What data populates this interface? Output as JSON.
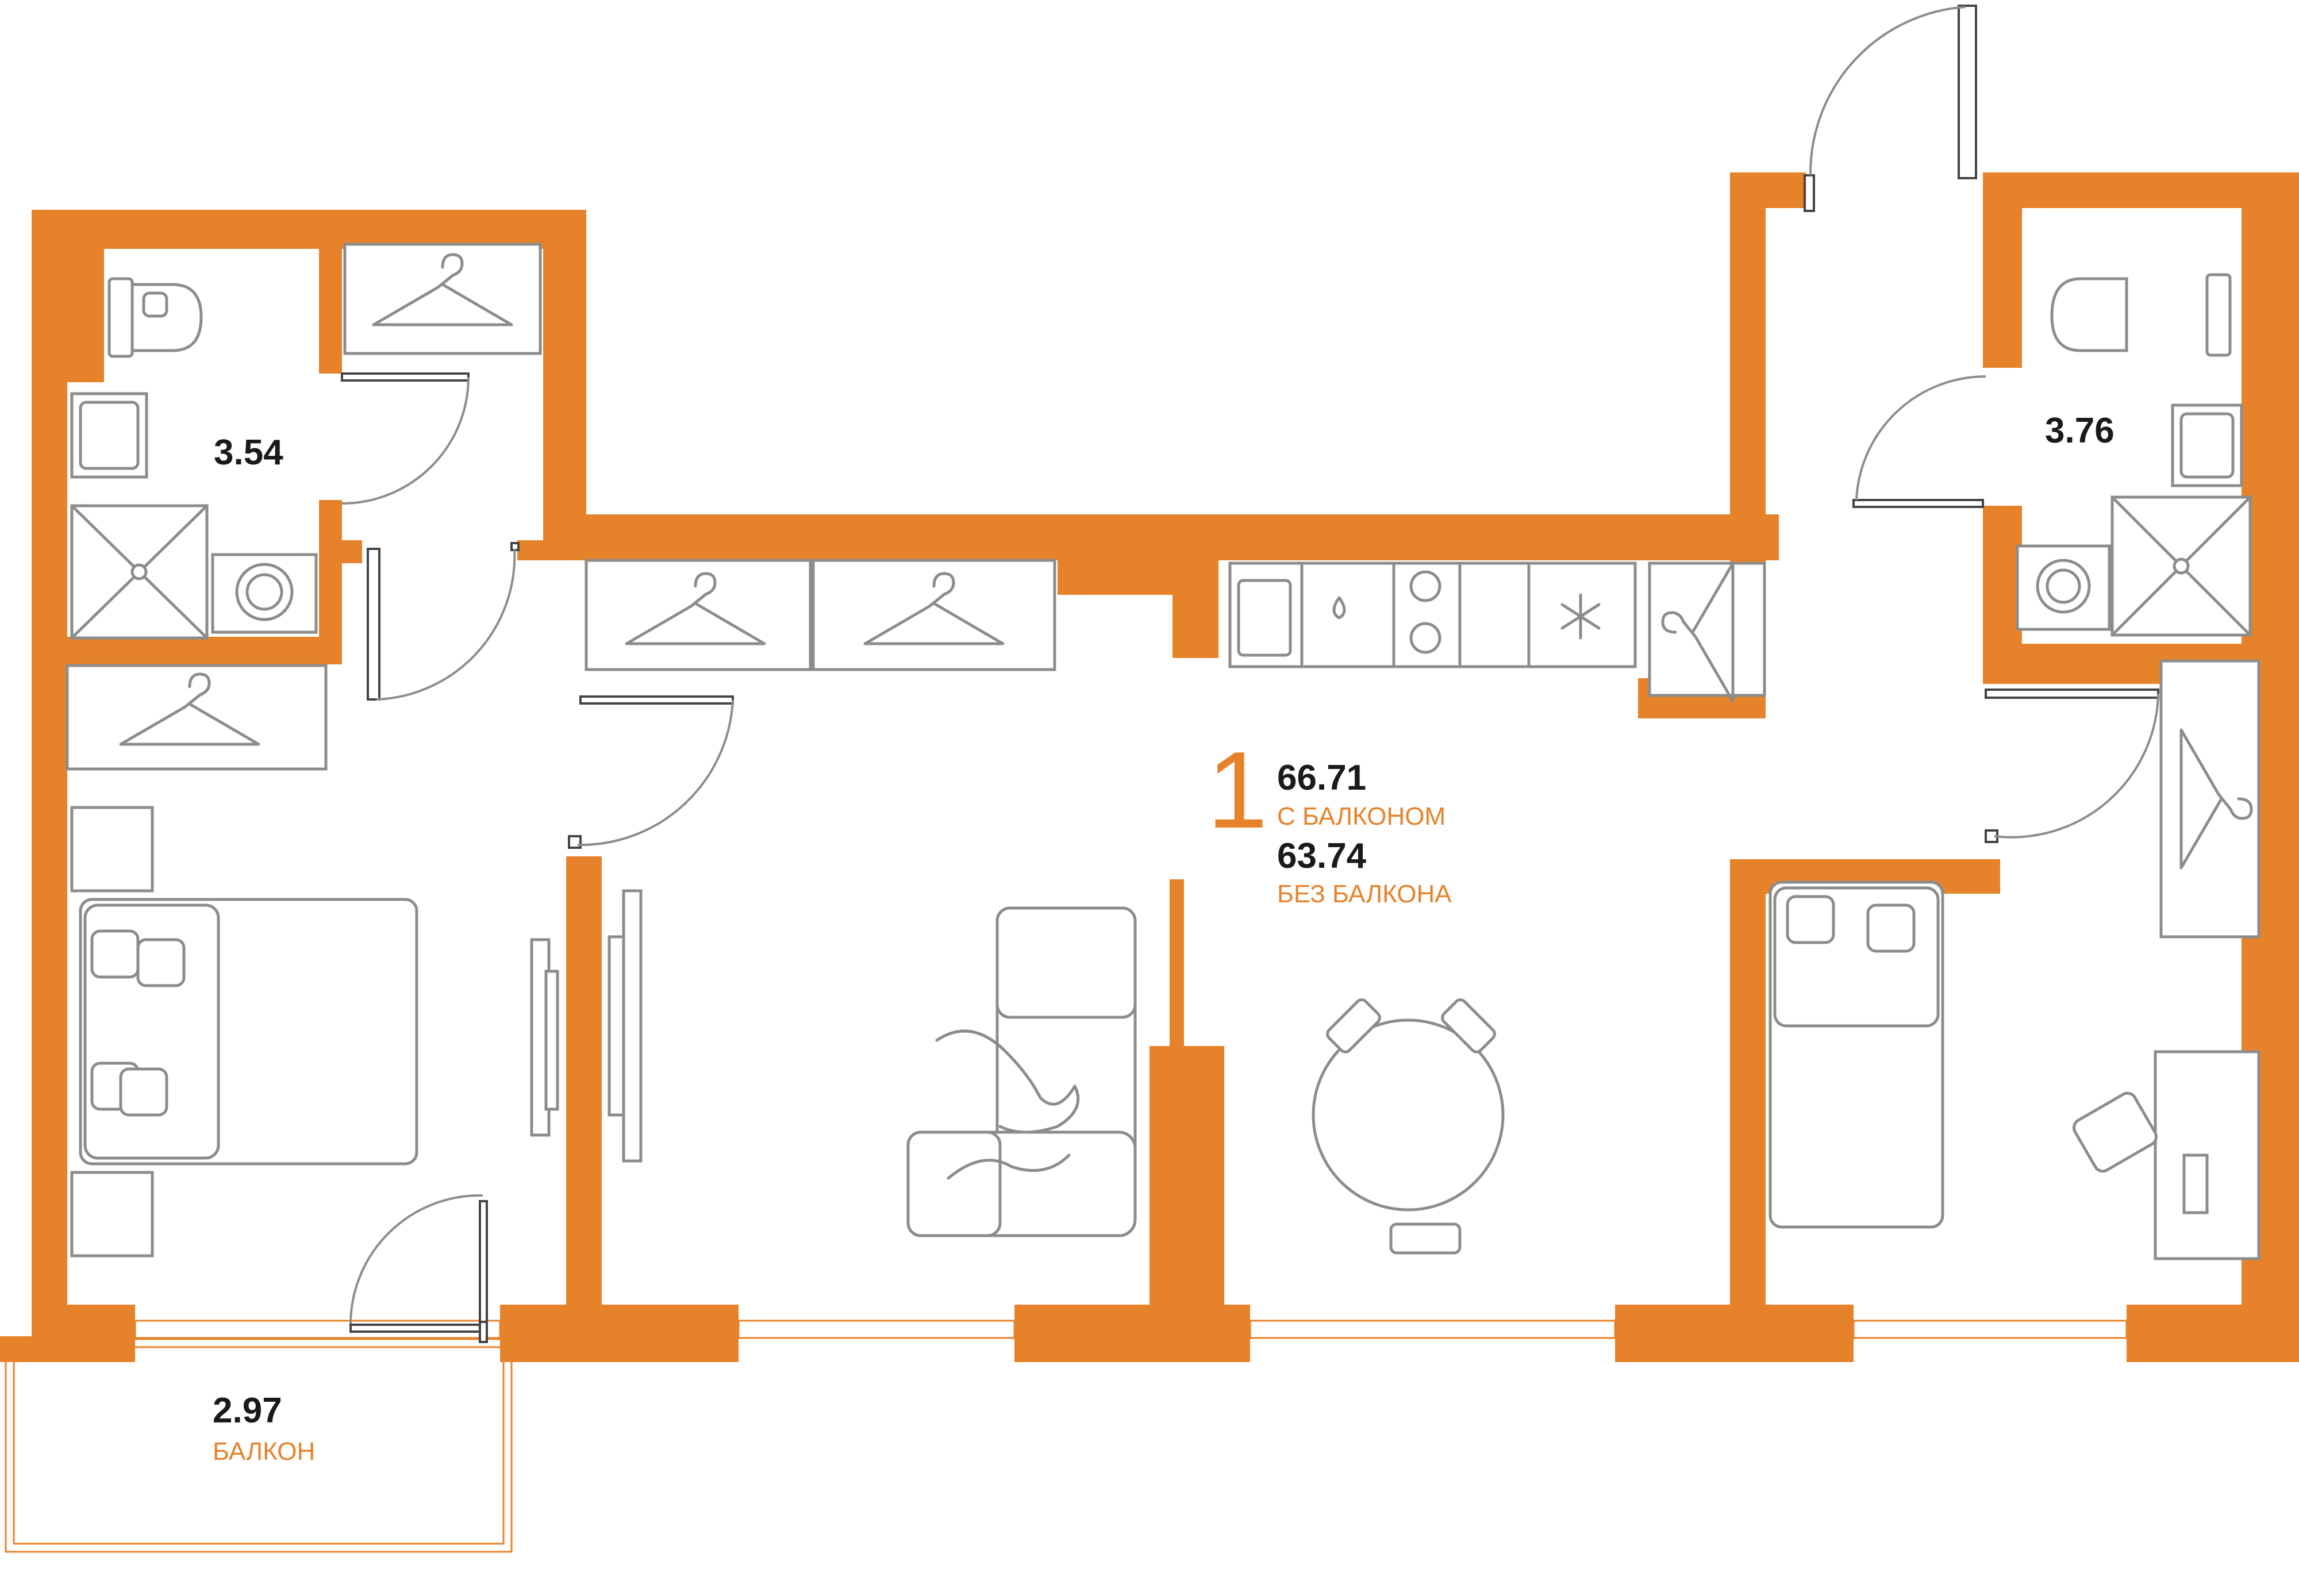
{
  "colors": {
    "wall": "#E6832A",
    "furniture_stroke": "#8c8c8c",
    "label_text": "#1a1a1a",
    "accent_text": "#E6832A"
  },
  "apartment": {
    "rooms_count": "1",
    "area_with_balcony": "66.71",
    "area_with_balcony_label": "С БАЛКОНОМ",
    "area_without_balcony": "63.74",
    "area_without_balcony_label": "БЕЗ БАЛКОНА"
  },
  "bathroom_left": {
    "area": "3.54"
  },
  "bathroom_right": {
    "area": "3.76"
  },
  "balcony": {
    "area": "2.97",
    "label": "БАЛКОН"
  },
  "icons": [
    "hanger-icon",
    "toilet-icon",
    "shower-icon",
    "washing-machine-icon",
    "sink-icon",
    "stove-icon",
    "snowflake-icon",
    "bed-icon",
    "sofa-icon",
    "table-icon",
    "chair-icon",
    "desk-icon",
    "tv-icon"
  ]
}
